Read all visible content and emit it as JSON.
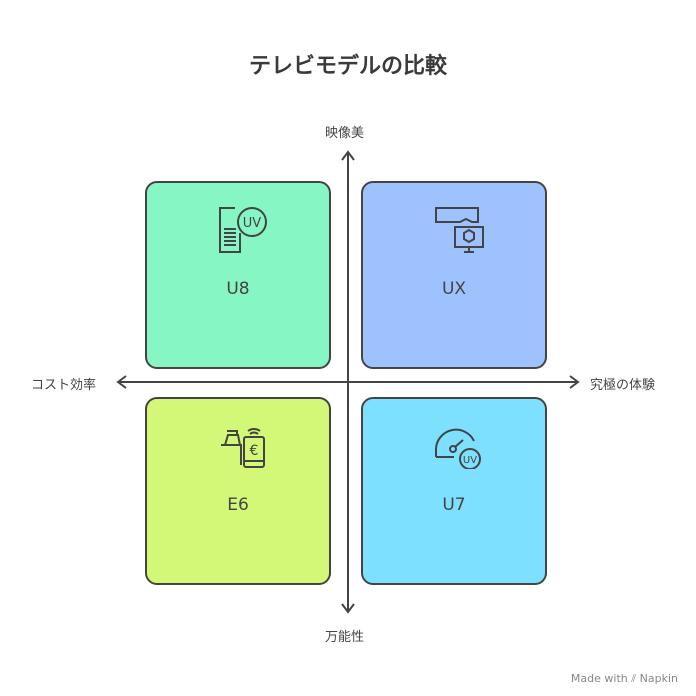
{
  "title": "テレビモデルの比較",
  "axes": {
    "top": "映像美",
    "bottom": "万能性",
    "left": "コスト効率",
    "right": "究極の体験"
  },
  "quadrants": [
    {
      "label": "U8",
      "color": "#86f7c4",
      "icon": "uv-document-icon"
    },
    {
      "label": "UX",
      "color": "#9dc2fd",
      "icon": "vr-monitor-icon"
    },
    {
      "label": "E6",
      "color": "#d3f776",
      "icon": "register-phone-euro-icon"
    },
    {
      "label": "U7",
      "color": "#7de0fe",
      "icon": "uv-speedometer-icon"
    }
  ],
  "footer": "Made with ⫽ Napkin"
}
